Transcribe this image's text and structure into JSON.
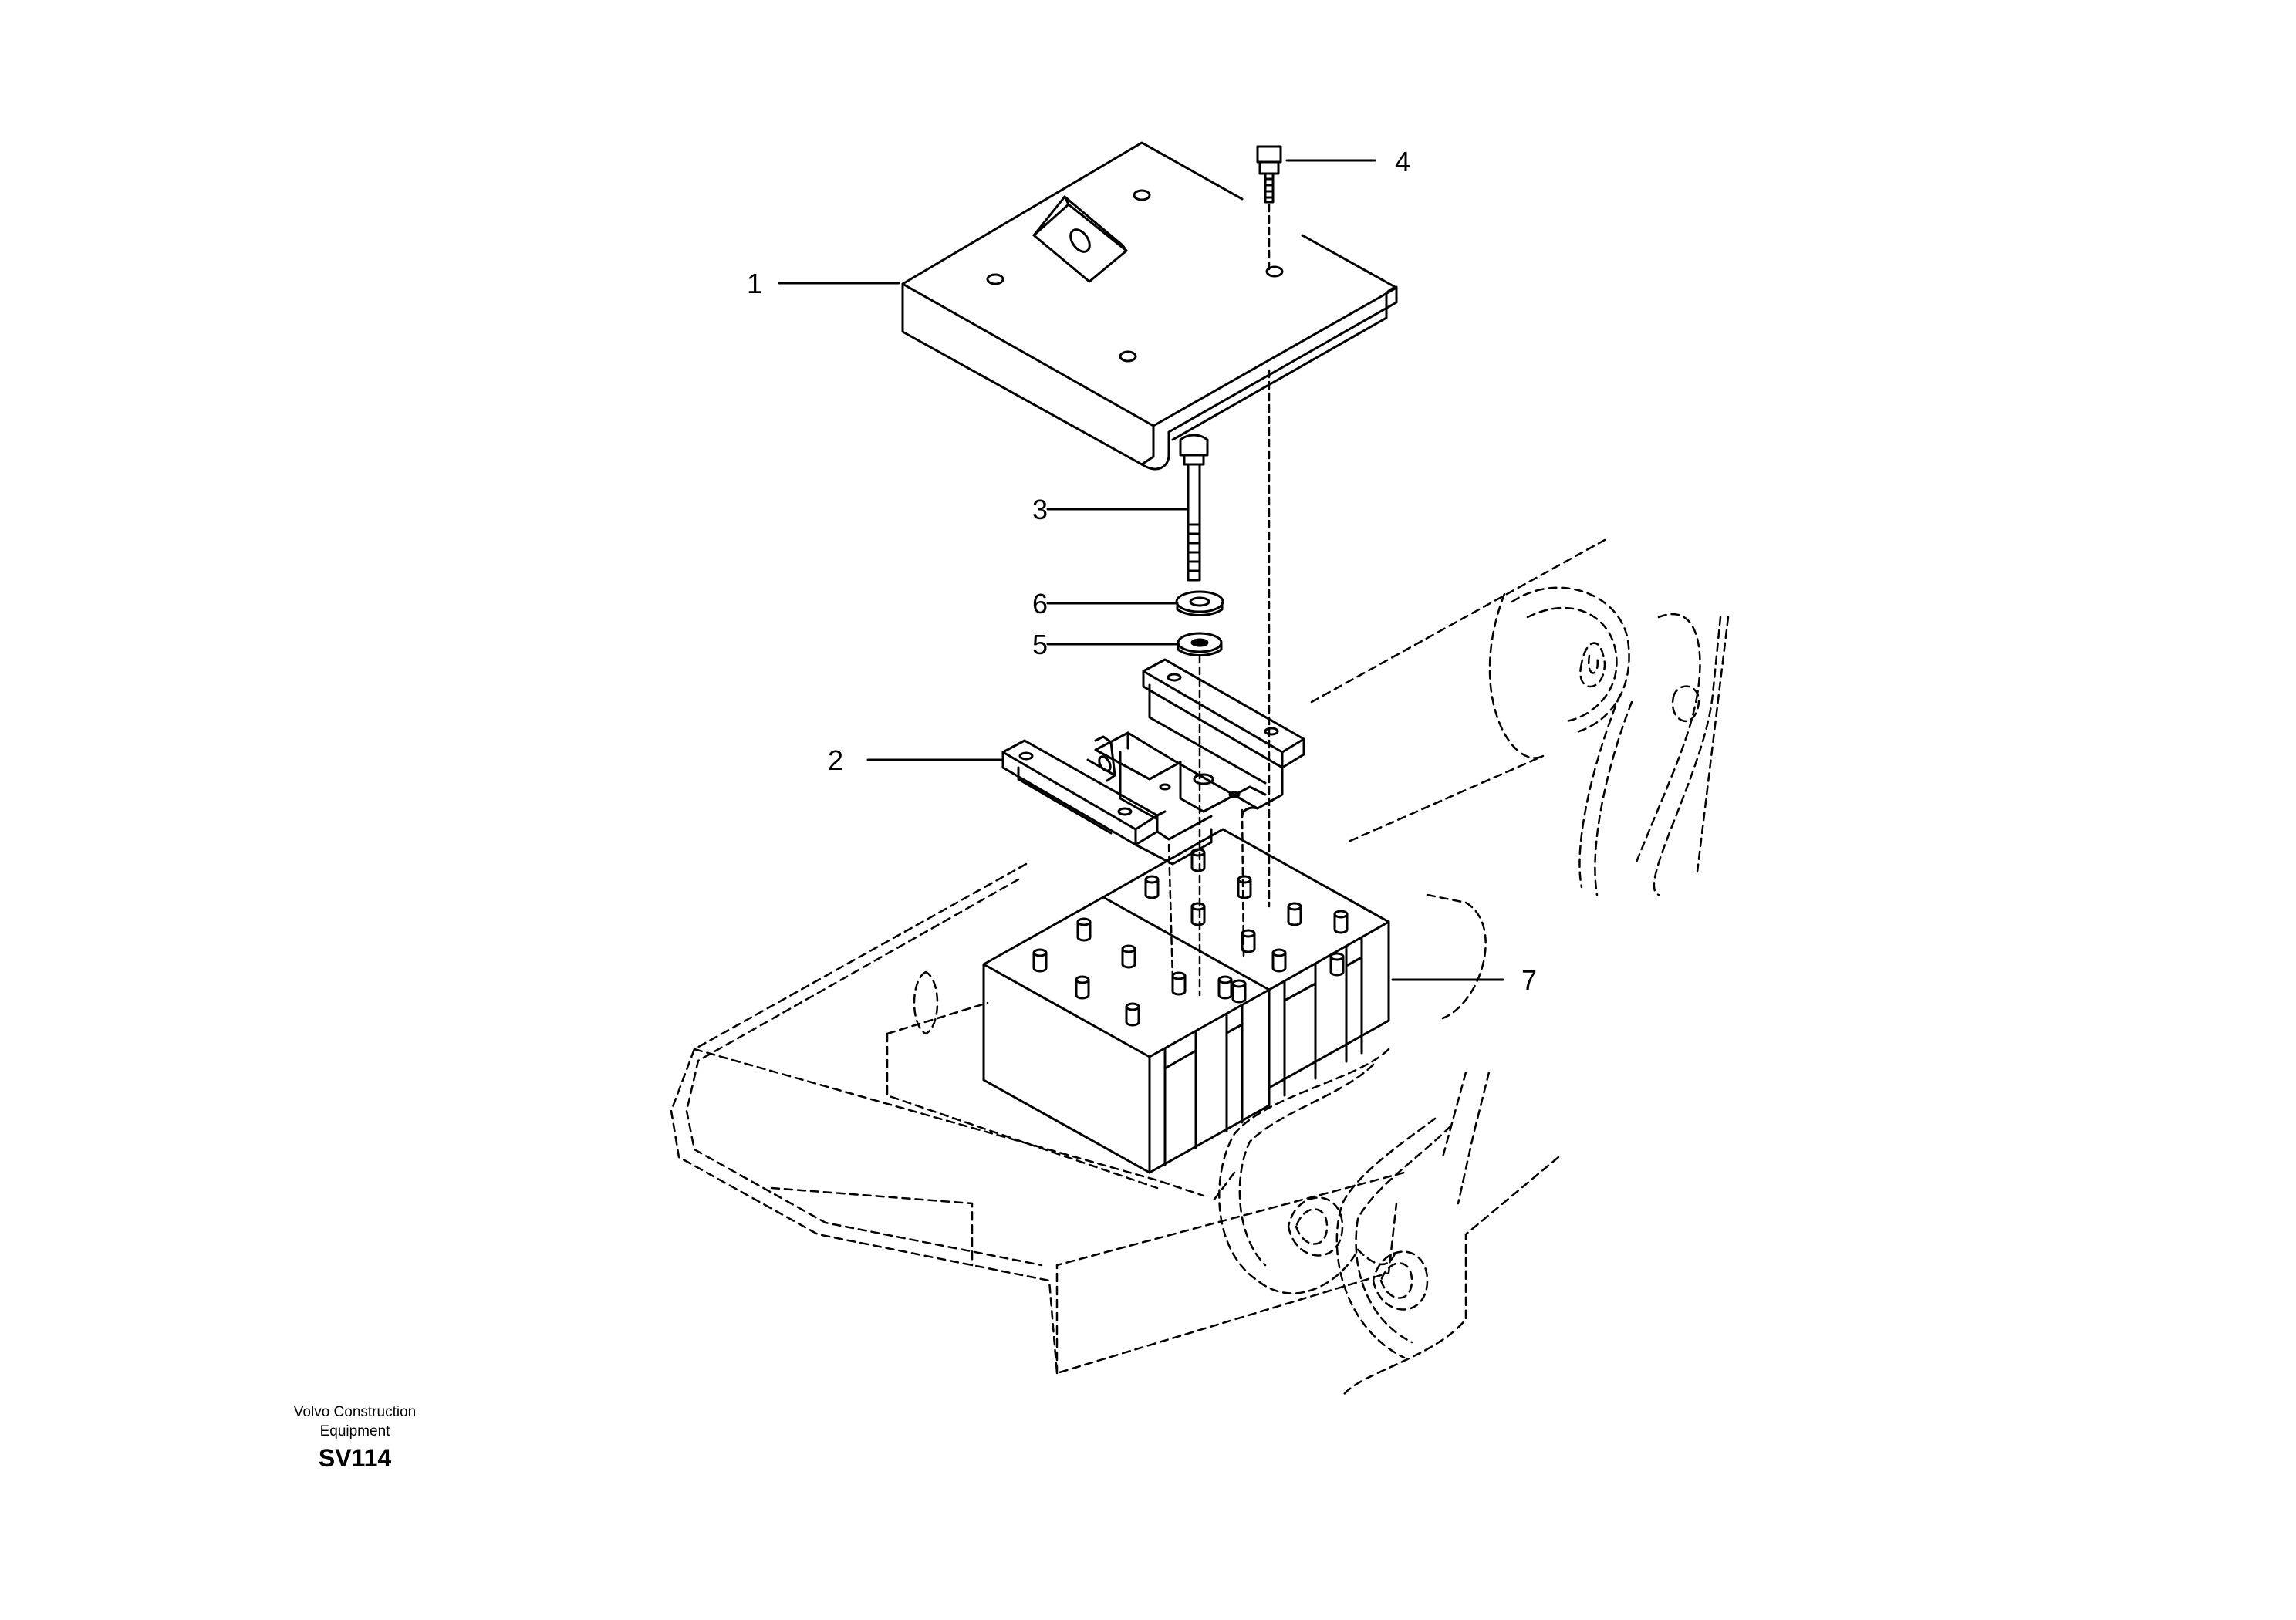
{
  "diagram": {
    "callouts": [
      {
        "id": "1",
        "label": "1"
      },
      {
        "id": "2",
        "label": "2"
      },
      {
        "id": "3",
        "label": "3"
      },
      {
        "id": "4",
        "label": "4"
      },
      {
        "id": "5",
        "label": "5"
      },
      {
        "id": "6",
        "label": "6"
      },
      {
        "id": "7",
        "label": "7"
      }
    ]
  },
  "footer": {
    "company_line1": "Volvo Construction",
    "company_line2": "Equipment",
    "drawing_code": "SV114"
  }
}
